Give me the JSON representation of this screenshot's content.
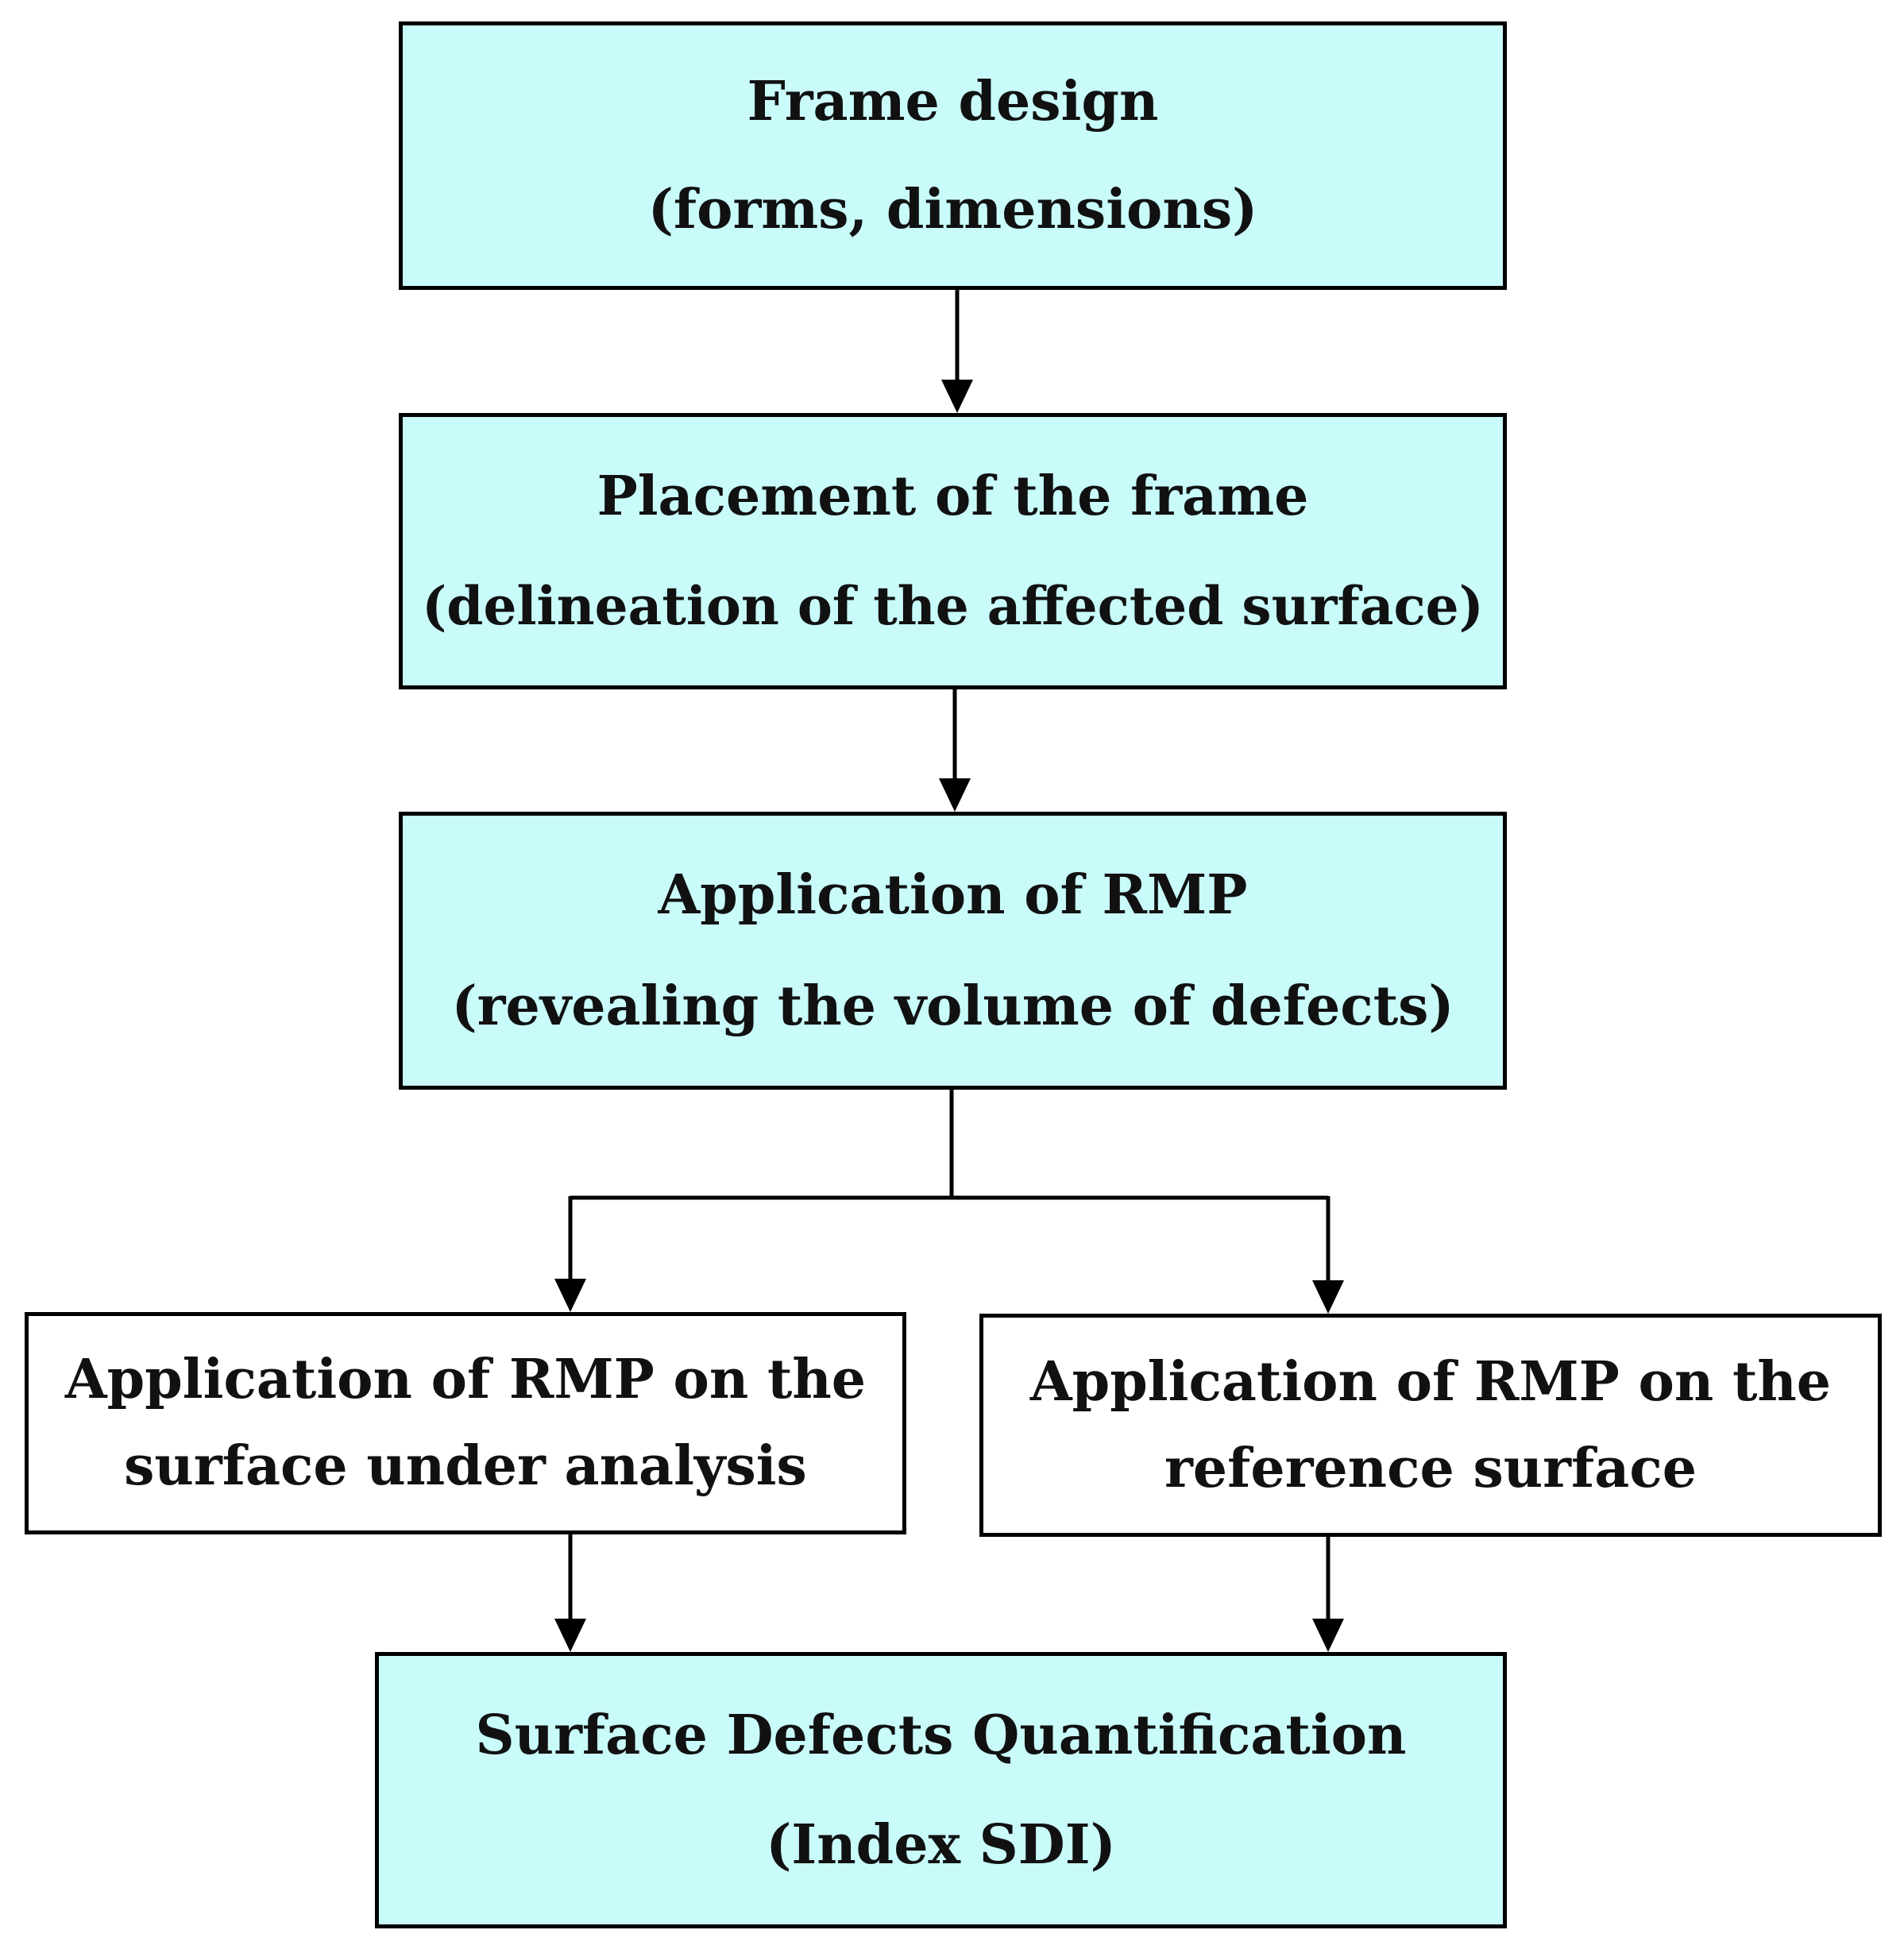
{
  "steps": {
    "frame_design": {
      "title": "Frame design",
      "subtitle": "(forms, dimensions)"
    },
    "placement": {
      "title": "Placement of the frame",
      "subtitle": "(delineation of the affected surface)"
    },
    "application": {
      "title": "Application of RMP",
      "subtitle": "(revealing the volume of defects)"
    },
    "analysis_surface": {
      "line1": "Application of RMP on the",
      "line2": "surface under analysis"
    },
    "reference_surface": {
      "line1": "Application of RMP on the",
      "line2": "reference surface"
    },
    "quantification": {
      "title": "Surface Defects Quantification",
      "subtitle": "(Index SDI)"
    }
  },
  "colors": {
    "main_box_fill": "#c9fbfb",
    "branch_box_fill": "#ffffff",
    "stroke": "#000000"
  }
}
